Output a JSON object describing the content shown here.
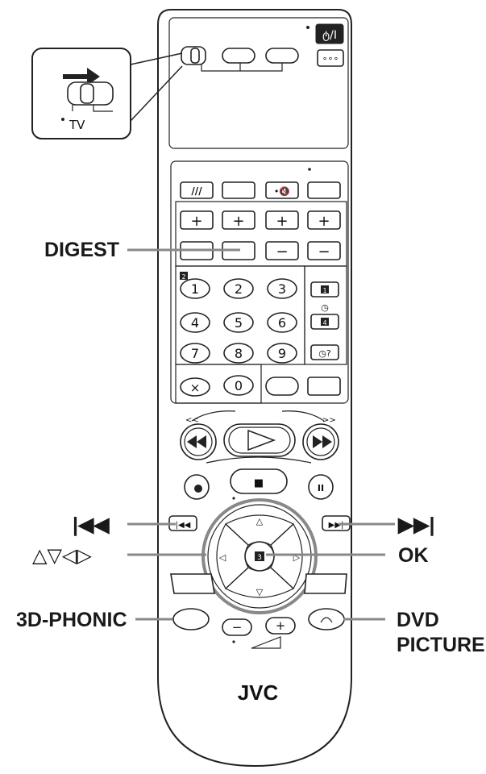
{
  "brand": "JVC",
  "inset": {
    "switch_label": "TV"
  },
  "callouts": {
    "digest": "DIGEST",
    "skip_back_label": "|◀◀",
    "skip_forward_label": "▶▶|",
    "arrows_label": "△▽◁▷",
    "ok": "OK",
    "phonic": "3D-PHONIC",
    "dvd_picture_line1": "DVD",
    "dvd_picture_line2": "PICTURE"
  },
  "buttons": {
    "power": "ტ/I",
    "dots": "∘∘∘",
    "slashes": "///",
    "mute": "•🔇",
    "plus": "+",
    "minus": "−",
    "num1": "1",
    "num2": "2",
    "num3": "3",
    "num4": "4",
    "num5": "5",
    "num6": "6",
    "num7": "7",
    "num8": "8",
    "num9": "9",
    "num0": "0",
    "cancel": "×",
    "badge1": "1",
    "badge2": "2",
    "badge3": "3",
    "badge4": "4",
    "clock_q": "◷?",
    "rew_marker": "<<",
    "ff_marker": ">>",
    "stop": "■",
    "pause": "II",
    "skip_back": "|◀◀",
    "skip_fwd": "▶▶|",
    "nav_up": "△",
    "nav_down": "▽",
    "nav_left": "◁",
    "nav_right": "▷",
    "vol_minus": "−",
    "vol_plus": "+"
  }
}
